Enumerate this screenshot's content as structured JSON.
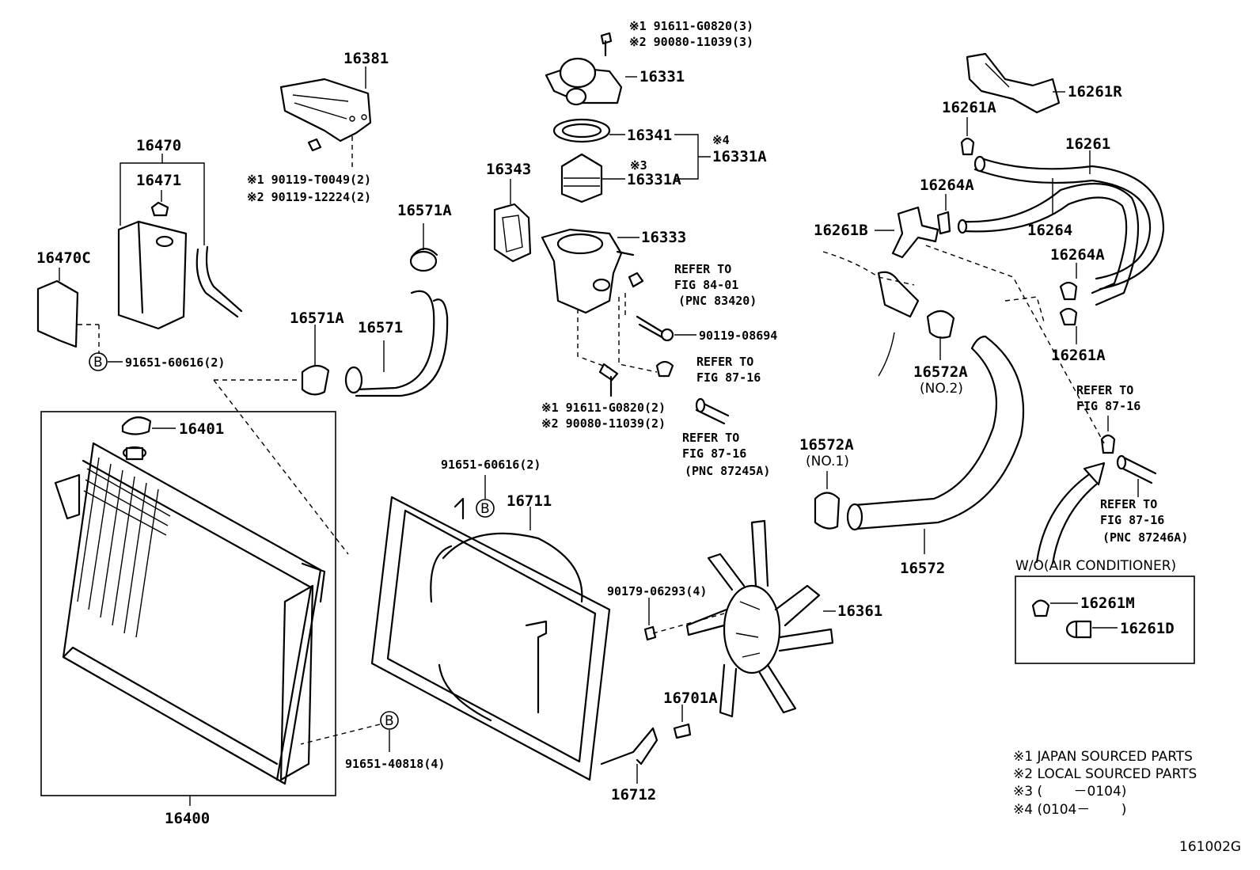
{
  "diagram_code": "161002G",
  "notes": {
    "n1": "※1 JAPAN SOURCED PARTS",
    "n2": "※2 LOCAL SOURCED PARTS",
    "n3": "※3 (　　 －0104)",
    "n4": "※4 (0104－　　 )"
  },
  "labels": {
    "p16381": "16381",
    "p16470": "16470",
    "p16471": "16471",
    "p16470C": "16470C",
    "p16401": "16401",
    "p16400": "16400",
    "p16571A_top": "16571A",
    "p16571A_mid": "16571A",
    "p16571": "16571",
    "p16343": "16343",
    "p16331": "16331",
    "p16341": "16341",
    "p16331A_a": "16331A",
    "p16331A_b": "16331A",
    "mark4": "※4",
    "mark3": "※3",
    "p16333": "16333",
    "p16711": "16711",
    "p16712": "16712",
    "p16701A": "16701A",
    "p16361": "16361",
    "p16261R": "16261R",
    "p16261A_top": "16261A",
    "p16261": "16261",
    "p16264A_top": "16264A",
    "p16261B": "16261B",
    "p16264": "16264",
    "p16264A_right": "16264A",
    "p16261A_right": "16261A",
    "p16572A_no2": "16572A",
    "no2": "(NO.2)",
    "p16572A_no1": "16572A",
    "no1": "(NO.1)",
    "p16572": "16572",
    "p16261M": "16261M",
    "p16261D": "16261D",
    "wo_ac": "W/O(AIR CONDITIONER)",
    "b1_top": "※1 91611-G0820(3)",
    "b2_top": "※2 90080-11039(3)",
    "s1_16381": "※1 90119-T0049(2)",
    "s2_16381": "※2 90119-12224(2)",
    "b91651_60616_left": "91651-60616(2)",
    "b91651_60616_mid": "91651-60616(2)",
    "b91651_40818": "91651-40818(4)",
    "b1_mid": "※1 91611-G0820(2)",
    "b2_mid": "※2 90080-11039(2)",
    "b90119_08694": "90119-08694",
    "b90179_06293": "90179-06293(4)",
    "circle_b": "B",
    "ref_84_01_a": "REFER TO",
    "ref_84_01_b": "FIG 84-01",
    "ref_84_01_c": "(PNC 83420)",
    "ref_87_16a_a": "REFER TO",
    "ref_87_16a_b": "FIG 87-16",
    "ref_87_16b_a": "REFER TO",
    "ref_87_16b_b": "FIG 87-16",
    "ref_87_16b_c": "(PNC 87245A)",
    "ref_87_16c_a": "REFER TO",
    "ref_87_16c_b": "FIG 87-16",
    "ref_87_16d_a": "REFER TO",
    "ref_87_16d_b": "FIG 87-16",
    "ref_87_16d_c": "(PNC 87246A)"
  }
}
